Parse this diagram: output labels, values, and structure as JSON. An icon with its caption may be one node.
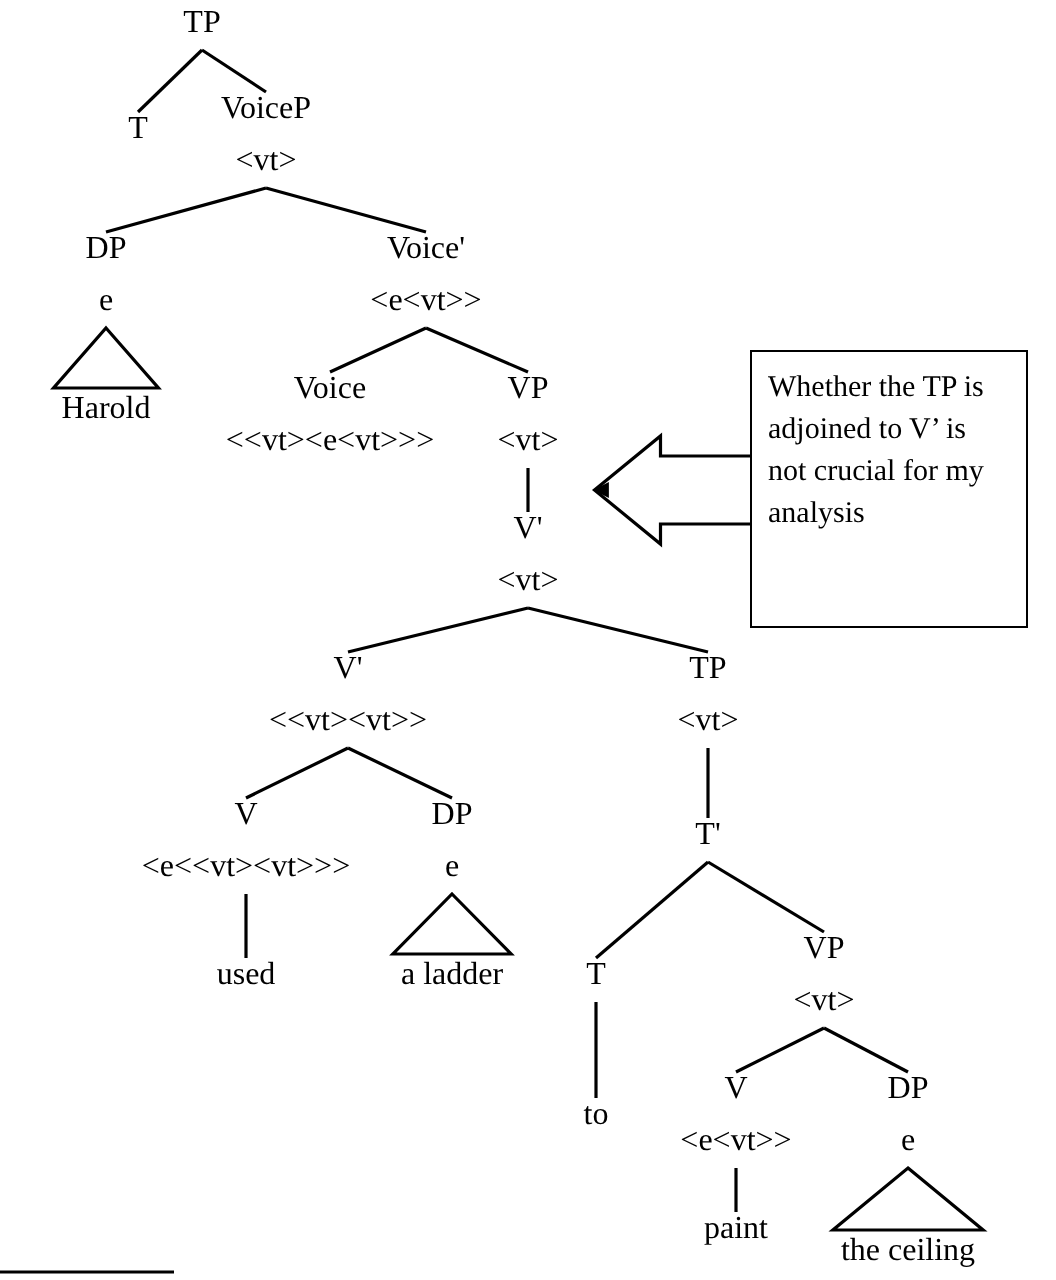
{
  "diagram": {
    "nodes": [
      {
        "text": [
          "TP"
        ]
      },
      {
        "text": [
          "T"
        ]
      },
      {
        "text": [
          "VoiceP",
          "<vt>"
        ]
      },
      {
        "text": [
          "DP",
          "e"
        ]
      },
      {
        "text": [
          "Voice'",
          "<e<vt>>"
        ]
      },
      {
        "text": [
          "Harold"
        ]
      },
      {
        "text": [
          "Voice",
          "<<vt><e<vt>>>"
        ]
      },
      {
        "text": [
          "VP",
          "<vt>"
        ]
      },
      {
        "text": [
          "Whether the TP is adjoined to V’ is not crucial for my analysis"
        ]
      },
      {
        "text": [
          "V'",
          "<vt>"
        ]
      },
      {
        "text": [
          "V'",
          "<<vt><vt>>"
        ]
      },
      {
        "text": [
          "TP",
          "<vt>"
        ]
      },
      {
        "text": [
          "V",
          "<e<<vt><vt>>>"
        ]
      },
      {
        "text": [
          "DP",
          "e"
        ]
      },
      {
        "text": [
          "T'"
        ]
      },
      {
        "text": [
          "used"
        ]
      },
      {
        "text": [
          "a ladder"
        ]
      },
      {
        "text": [
          "T"
        ]
      },
      {
        "text": [
          "VP",
          "<vt>"
        ]
      },
      {
        "text": [
          "to"
        ]
      },
      {
        "text": [
          "V",
          "<e<vt>>"
        ]
      },
      {
        "text": [
          "DP",
          "e"
        ]
      },
      {
        "text": [
          "paint"
        ]
      },
      {
        "text": [
          "the ceiling"
        ]
      }
    ],
    "edges": [
      {
        "from": 0,
        "to": 1,
        "arrow": "none"
      },
      {
        "from": 0,
        "to": 2,
        "arrow": "none"
      },
      {
        "from": 2,
        "to": 3,
        "arrow": "none"
      },
      {
        "from": 2,
        "to": 4,
        "arrow": "none"
      },
      {
        "from": 3,
        "to": 5,
        "arrow": "none"
      },
      {
        "from": 4,
        "to": 6,
        "arrow": "none"
      },
      {
        "from": 4,
        "to": 7,
        "arrow": "none"
      },
      {
        "from": 7,
        "to": 9,
        "arrow": "none"
      },
      {
        "from": 9,
        "to": 10,
        "arrow": "none"
      },
      {
        "from": 9,
        "to": 11,
        "arrow": "none"
      },
      {
        "from": 10,
        "to": 12,
        "arrow": "none"
      },
      {
        "from": 10,
        "to": 13,
        "arrow": "none"
      },
      {
        "from": 11,
        "to": 14,
        "arrow": "none"
      },
      {
        "from": 12,
        "to": 15,
        "arrow": "none"
      },
      {
        "from": 13,
        "to": 16,
        "arrow": "none"
      },
      {
        "from": 14,
        "to": 17,
        "arrow": "none"
      },
      {
        "from": 14,
        "to": 18,
        "arrow": "none"
      },
      {
        "from": 17,
        "to": 19,
        "arrow": "none"
      },
      {
        "from": 18,
        "to": 20,
        "arrow": "none"
      },
      {
        "from": 18,
        "to": 21,
        "arrow": "none"
      },
      {
        "from": 20,
        "to": 22,
        "arrow": "none"
      },
      {
        "from": 21,
        "to": 23,
        "arrow": "none"
      },
      {
        "from": 8,
        "to": 7,
        "arrow": "to"
      }
    ]
  }
}
